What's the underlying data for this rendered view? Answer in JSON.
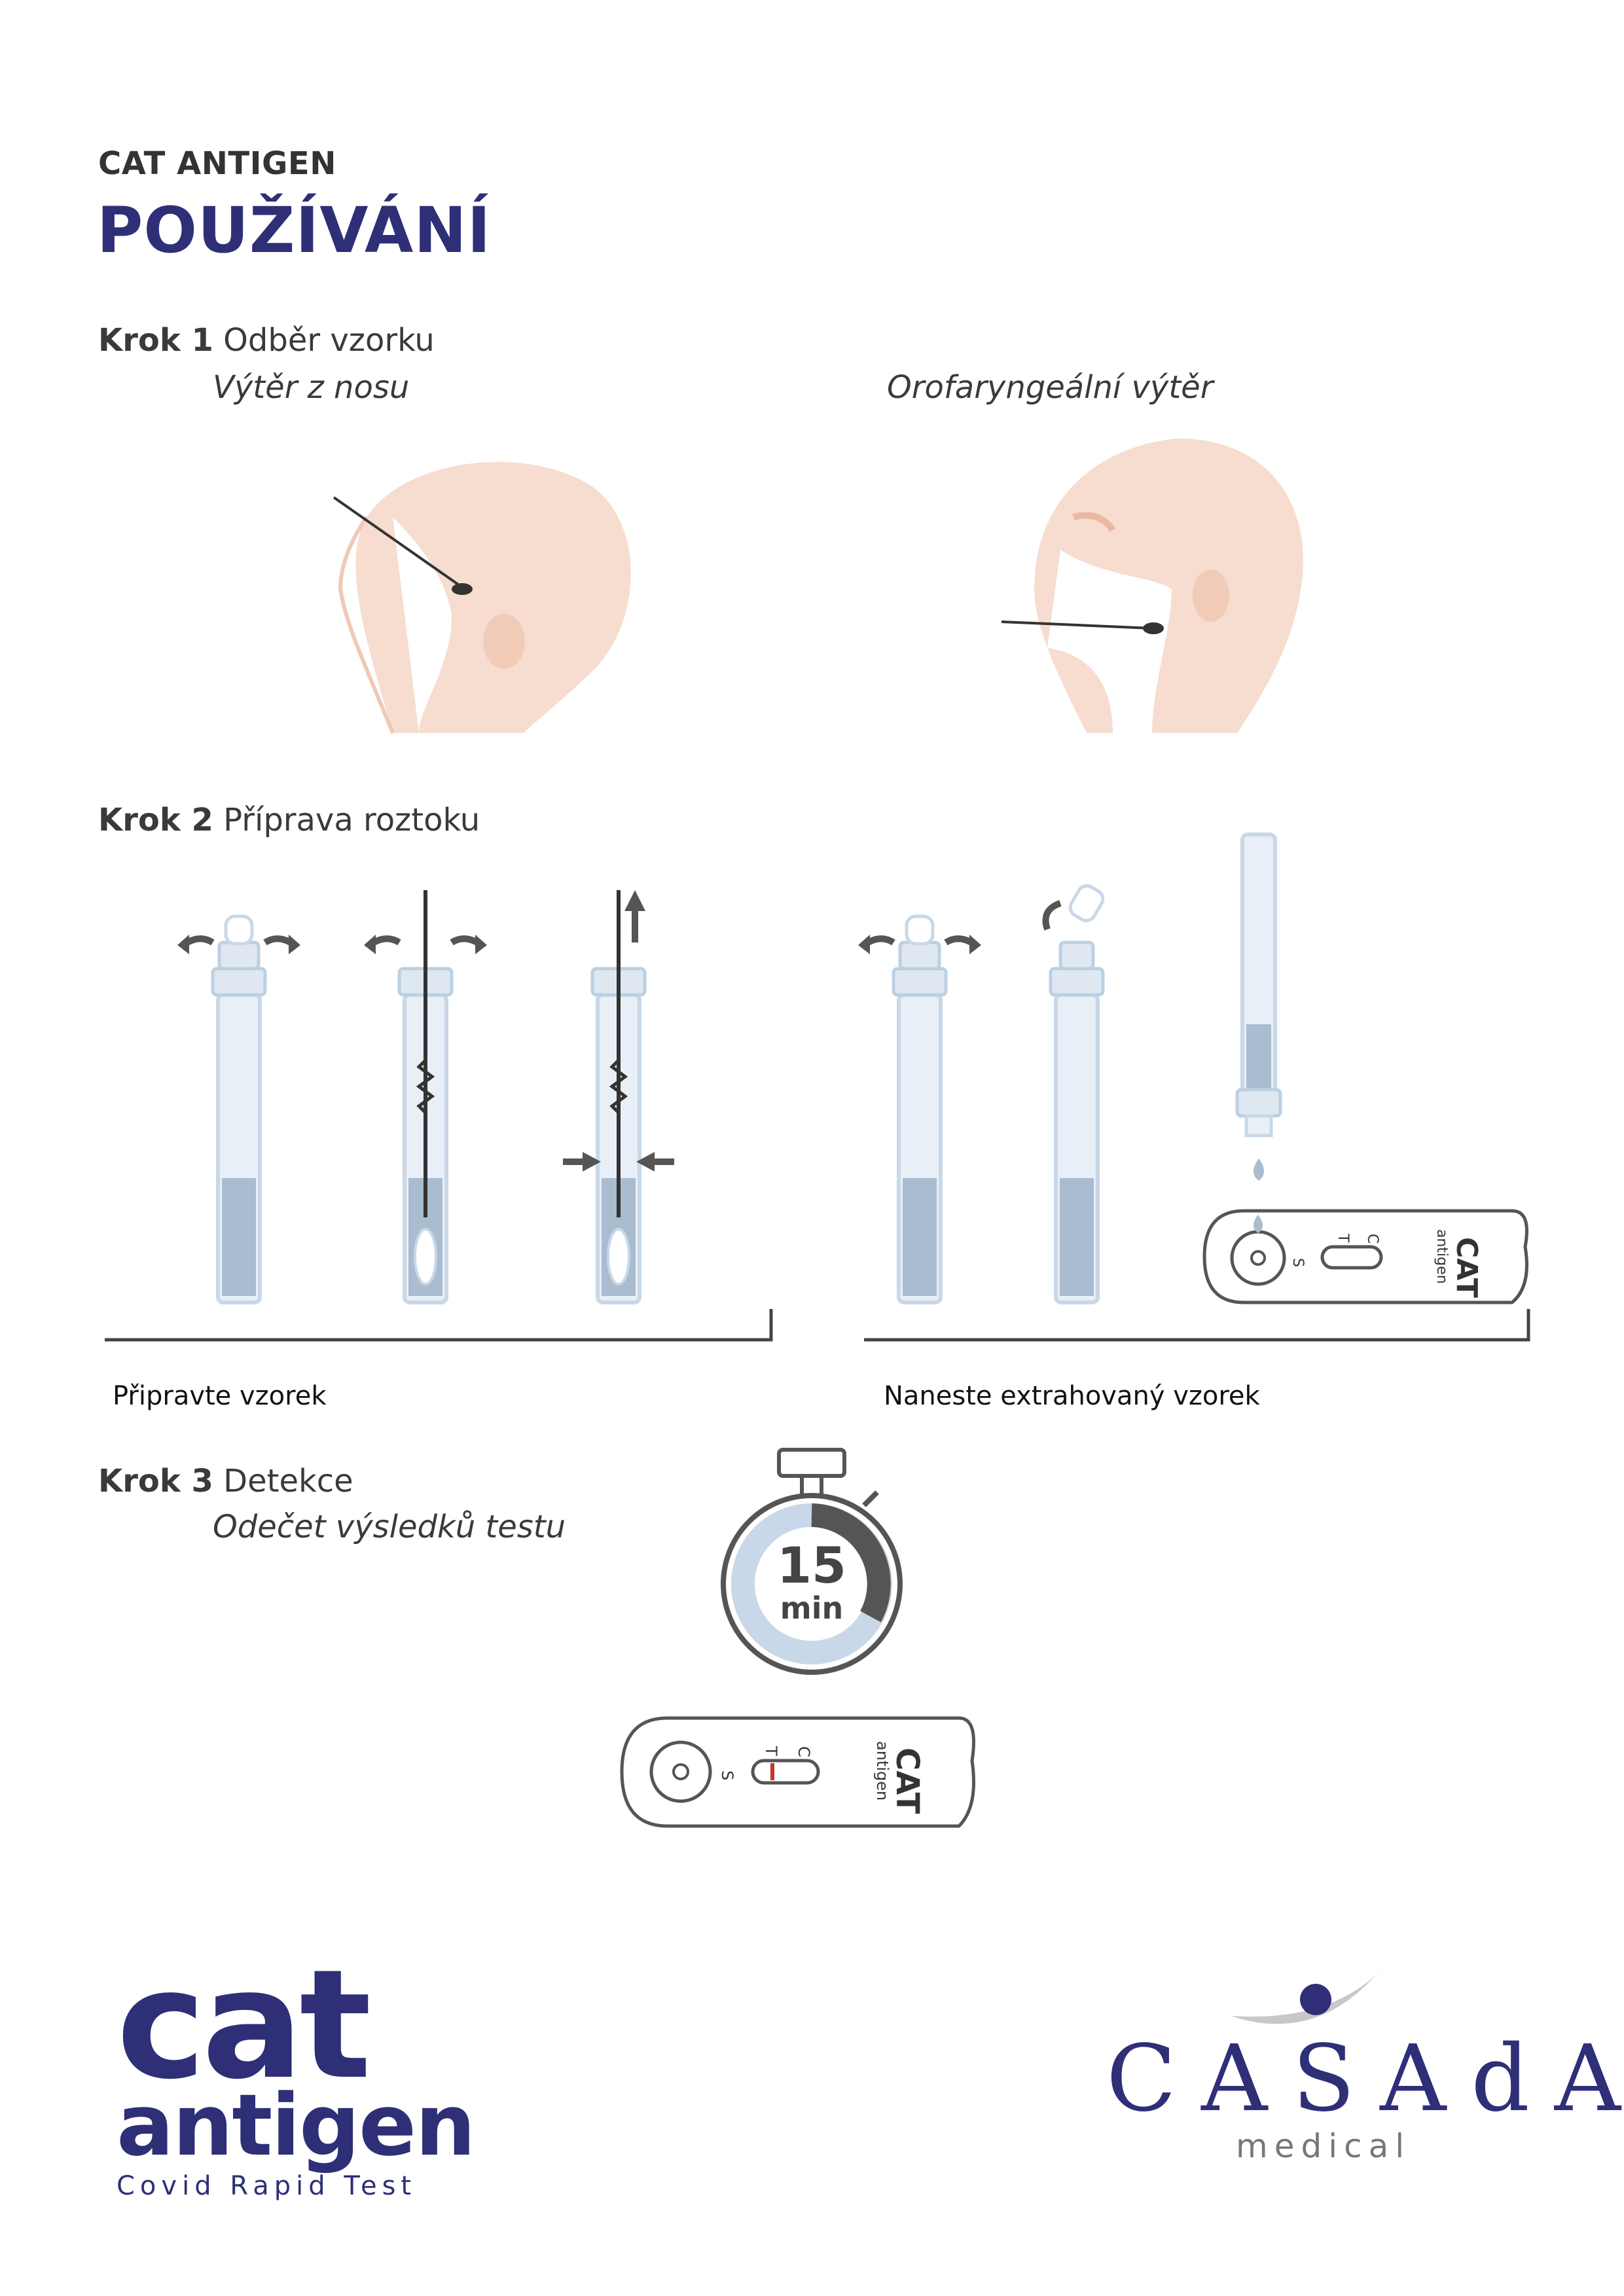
{
  "header": {
    "kicker": "CAT ANTIGEN",
    "title": "POUŽÍVÁNÍ"
  },
  "step1": {
    "label": "Krok 1",
    "title": "Odběr vzorku",
    "sub_left": "Výtěr z nosu",
    "sub_right": "Orofaryngeální výtěr"
  },
  "step2": {
    "label": "Krok 2",
    "title": "Příprava roztoku",
    "caption_left": "Připravte vzorek",
    "caption_right": "Naneste extrahovaný vzorek"
  },
  "step3": {
    "label": "Krok 3",
    "title": "Detekce",
    "sub": "Odečet výsledků testu"
  },
  "timer": {
    "value": "15",
    "unit": "min"
  },
  "cassette": {
    "brand_top": "CAT",
    "brand_bottom": "antigen",
    "mark_s": "S",
    "mark_t": "T",
    "mark_c": "C"
  },
  "logo_cat": {
    "word": "cat",
    "sub": "antigen",
    "tagline": "Covid Rapid Test"
  },
  "logo_casada": {
    "word": "CASAdA",
    "sub": "medical"
  },
  "colors": {
    "navy": "#2e2f77",
    "skin": "#f6ddd0",
    "tube_blue": "#c8d8e8",
    "liquid": "#a9bcd0",
    "arrow": "#555555"
  }
}
